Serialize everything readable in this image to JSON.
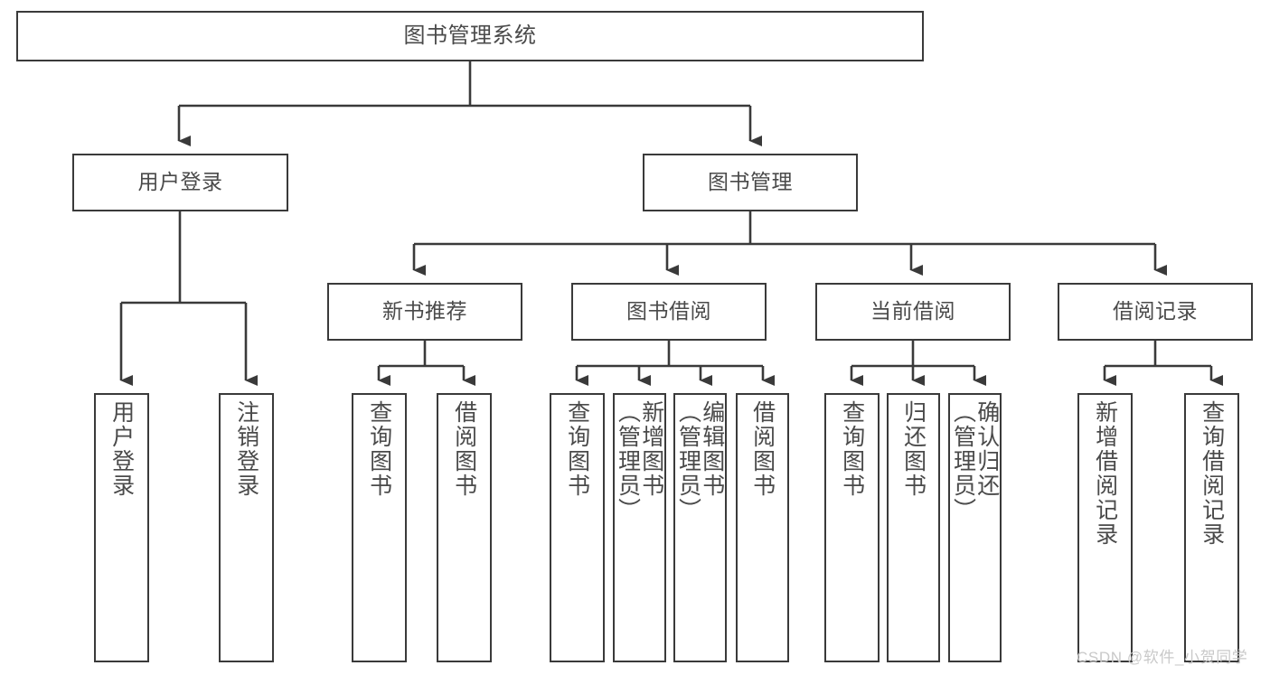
{
  "diagram": {
    "title": "图书管理系统",
    "type": "tree-hierarchy-chart",
    "watermark": "CSDN @软件_小贺同学",
    "colors": {
      "stroke": "#3a3a3a",
      "text": "#4a4a4a",
      "background": "#ffffff",
      "watermark": "#c9c9c9"
    }
  },
  "nodes": {
    "root": {
      "label": "图书管理系统"
    },
    "level2": [
      {
        "label": "用户登录"
      },
      {
        "label": "图书管理"
      }
    ],
    "level3": [
      {
        "label": "新书推荐"
      },
      {
        "label": "图书借阅"
      },
      {
        "label": "当前借阅"
      },
      {
        "label": "借阅记录"
      }
    ],
    "leaves": {
      "user_login": [
        {
          "label": "用户登录"
        },
        {
          "label": "注销登录"
        }
      ],
      "new_book": [
        {
          "label": "查询图书"
        },
        {
          "label": "借阅图书"
        }
      ],
      "book_borrow": [
        {
          "label": "查询图书"
        },
        {
          "label": "新增图书\n（管理员）"
        },
        {
          "label": "编辑图书\n（管理员）"
        },
        {
          "label": "借阅图书"
        }
      ],
      "current_borrow": [
        {
          "label": "查询图书"
        },
        {
          "label": "归还图书"
        },
        {
          "label": "确认归还\n（管理员）"
        }
      ],
      "borrow_record": [
        {
          "label": "新增借阅记录"
        },
        {
          "label": "查询借阅记录"
        }
      ]
    }
  },
  "chart_data": {
    "type": "tree",
    "title": "图书管理系统",
    "root": "图书管理系统",
    "edges": [
      [
        "图书管理系统",
        "用户登录"
      ],
      [
        "图书管理系统",
        "图书管理"
      ],
      [
        "用户登录",
        "用户登录(叶)"
      ],
      [
        "用户登录",
        "注销登录"
      ],
      [
        "图书管理",
        "新书推荐"
      ],
      [
        "图书管理",
        "图书借阅"
      ],
      [
        "图书管理",
        "当前借阅"
      ],
      [
        "图书管理",
        "借阅记录"
      ],
      [
        "新书推荐",
        "查询图书"
      ],
      [
        "新书推荐",
        "借阅图书"
      ],
      [
        "图书借阅",
        "查询图书"
      ],
      [
        "图书借阅",
        "新增图书（管理员）"
      ],
      [
        "图书借阅",
        "编辑图书（管理员）"
      ],
      [
        "图书借阅",
        "借阅图书"
      ],
      [
        "当前借阅",
        "查询图书"
      ],
      [
        "当前借阅",
        "归还图书"
      ],
      [
        "当前借阅",
        "确认归还（管理员）"
      ],
      [
        "借阅记录",
        "新增借阅记录"
      ],
      [
        "借阅记录",
        "查询借阅记录"
      ]
    ],
    "depth": 4,
    "node_count": 20
  }
}
